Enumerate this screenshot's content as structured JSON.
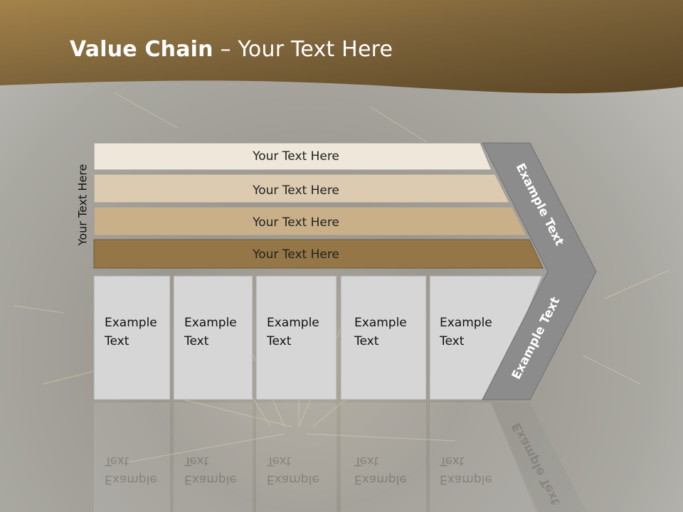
{
  "slide": {
    "title_bold": "Value Chain",
    "title_rest": " – Your Text Here"
  },
  "side_label": "Your Text Here",
  "support_rows": [
    {
      "label": "Your Text Here",
      "fill": "#efe7da"
    },
    {
      "label": "Your Text Here",
      "fill": "#dccbb0"
    },
    {
      "label": "Your Text Here",
      "fill": "#c9b088"
    },
    {
      "label": "Your Text Here",
      "fill": "#957646"
    }
  ],
  "primary_boxes": [
    {
      "line1": "Example",
      "line2": "Text"
    },
    {
      "line1": "Example",
      "line2": "Text"
    },
    {
      "line1": "Example",
      "line2": "Text"
    },
    {
      "line1": "Example",
      "line2": "Text"
    },
    {
      "line1": "Example",
      "line2": "Text"
    }
  ],
  "chevron": {
    "upper_label": "Example Text",
    "lower_label": "Example Text",
    "fill": "#8c8c8c"
  },
  "colors": {
    "header": "#8b7040",
    "box_fill": "#d6d6d6"
  }
}
